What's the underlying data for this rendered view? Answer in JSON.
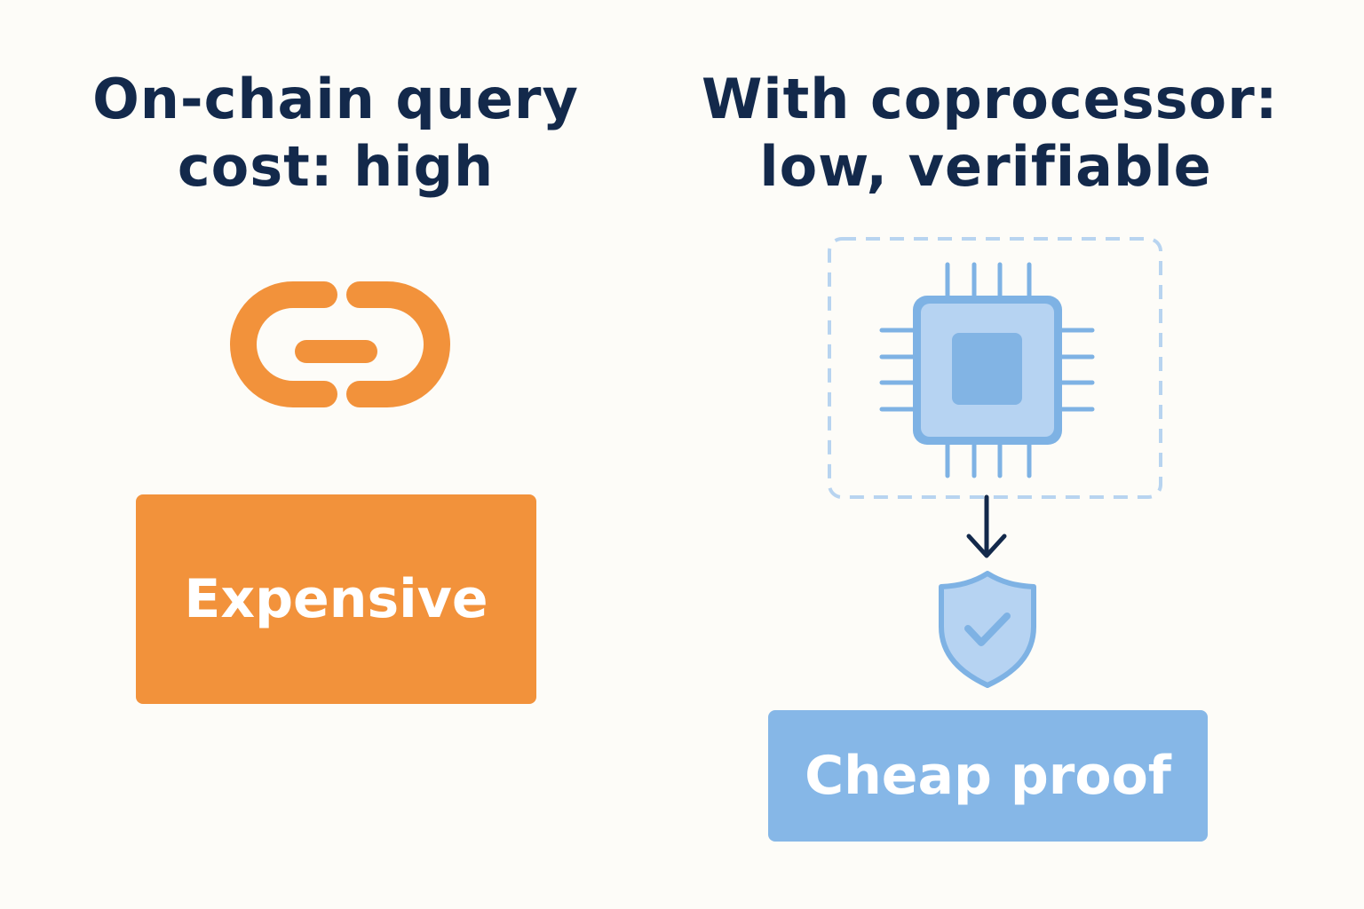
{
  "left": {
    "title_line1": "On-chain query",
    "title_line2": "cost: high",
    "icon": "link-chain-icon",
    "box_label": "Expensive",
    "accent_color": "#f2923b"
  },
  "right": {
    "title_line1": "With coprocessor:",
    "title_line2": "low, verifiable",
    "icon": "cpu-chip-icon",
    "arrow_icon": "arrow-down-icon",
    "proof_icon": "shield-check-icon",
    "box_label": "Cheap proof",
    "accent_color": "#86b7e7"
  },
  "colors": {
    "background": "#fdfcf8",
    "title_text": "#13294b",
    "box_text": "#ffffff"
  }
}
